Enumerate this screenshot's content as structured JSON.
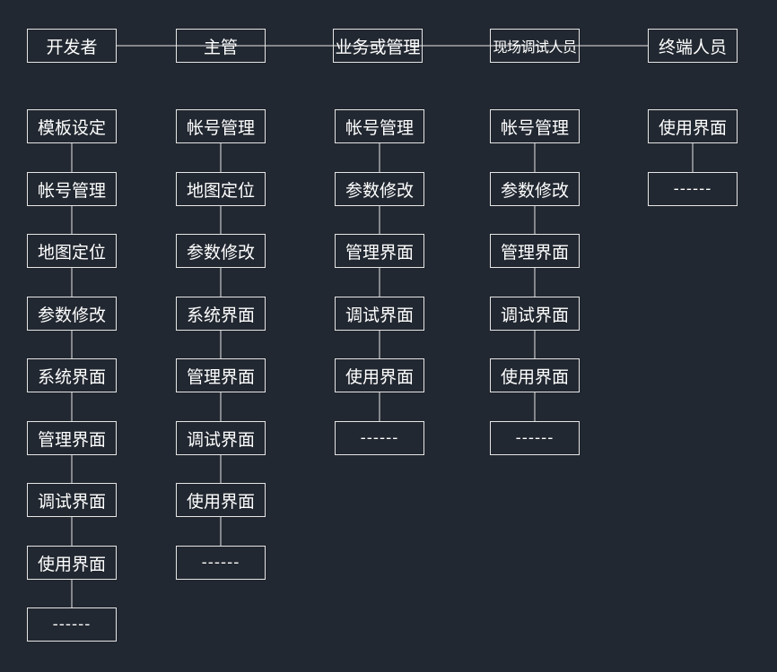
{
  "roles": [
    {
      "label": "开发者",
      "items": [
        "模板设定",
        "帐号管理",
        "地图定位",
        "参数修改",
        "系统界面",
        "管理界面",
        "调试界面",
        "使用界面",
        "------"
      ]
    },
    {
      "label": "主管",
      "items": [
        "帐号管理",
        "地图定位",
        "参数修改",
        "系统界面",
        "管理界面",
        "调试界面",
        "使用界面",
        "------"
      ]
    },
    {
      "label": "业务或管理",
      "items": [
        "帐号管理",
        "参数修改",
        "管理界面",
        "调试界面",
        "使用界面",
        "------"
      ]
    },
    {
      "label": "现场调试人员",
      "items": [
        "帐号管理",
        "参数修改",
        "管理界面",
        "调试界面",
        "使用界面",
        "------"
      ]
    },
    {
      "label": "终端人员",
      "items": [
        "使用界面",
        "------"
      ]
    }
  ],
  "colors": {
    "background": "#222831",
    "line": "#e6e6e6",
    "text": "#ffffff"
  }
}
